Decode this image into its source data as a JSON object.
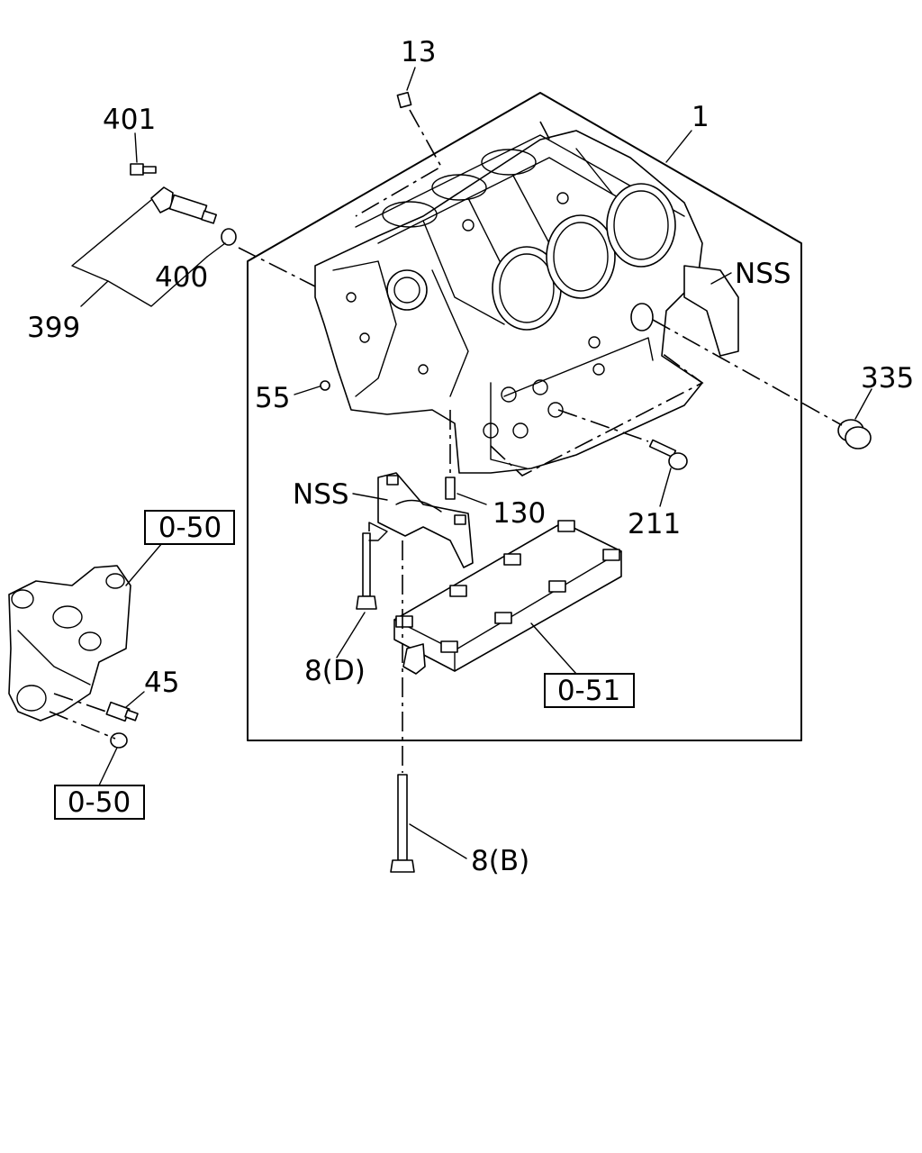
{
  "callouts": {
    "c13": "13",
    "c1": "1",
    "c401": "401",
    "c400": "400",
    "c399": "399",
    "nss_right": "NSS",
    "c335": "335",
    "c55": "55",
    "c211": "211",
    "nss_left": "NSS",
    "c130": "130",
    "c8d": "8(D)",
    "c45": "45",
    "c8b": "8(B)"
  },
  "ref_boxes": {
    "ref050_top": "0-50",
    "ref050_bottom": "0-50",
    "ref051": "0-51"
  }
}
